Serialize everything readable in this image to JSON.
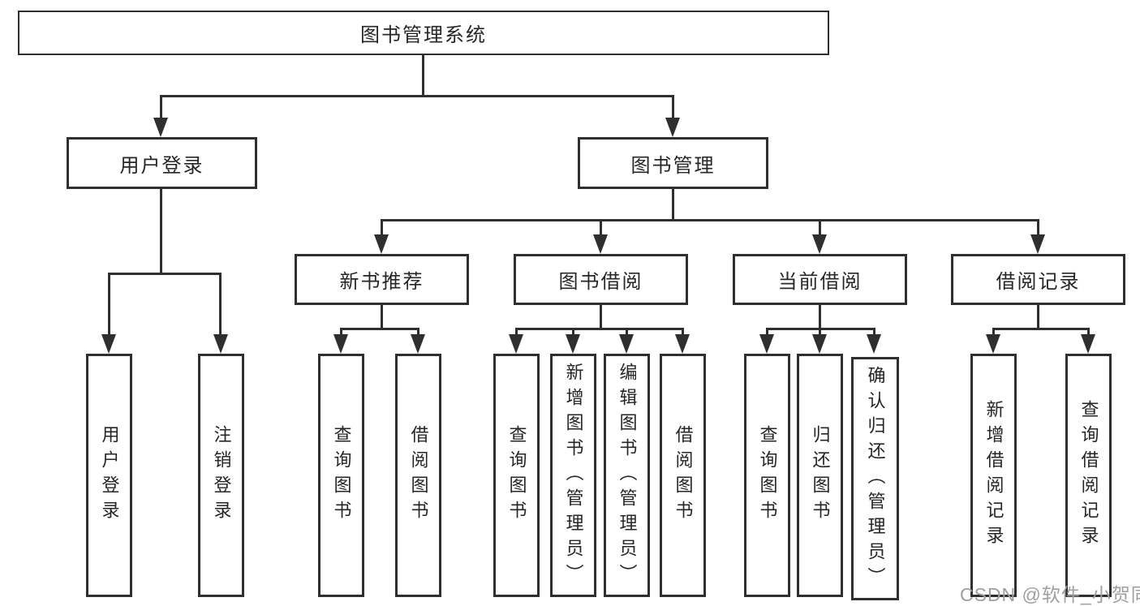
{
  "tree": {
    "root": {
      "label": "图书管理系统"
    },
    "level2": [
      {
        "label": "用户登录"
      },
      {
        "label": "图书管理"
      }
    ],
    "level3": [
      {
        "label": "新书推荐"
      },
      {
        "label": "图书借阅"
      },
      {
        "label": "当前借阅"
      },
      {
        "label": "借阅记录"
      }
    ],
    "leaves": {
      "login": [
        {
          "label": "用户登录"
        },
        {
          "label": "注销登录"
        }
      ],
      "newbook": [
        {
          "label": "查询图书"
        },
        {
          "label": "借阅图书"
        }
      ],
      "borrow": [
        {
          "label": "查询图书"
        },
        {
          "label": "新增图书（管理员）"
        },
        {
          "label": "编辑图书（管理员）"
        },
        {
          "label": "借阅图书"
        }
      ],
      "current": [
        {
          "label": "查询图书"
        },
        {
          "label": "归还图书"
        },
        {
          "label": "确认归还（管理员）"
        }
      ],
      "records": [
        {
          "label": "新增借阅记录"
        },
        {
          "label": "查询借阅记录"
        }
      ]
    }
  },
  "watermark": {
    "text": "CSDN @软件_小贺同学"
  },
  "colors": {
    "line": "#2f2f2f",
    "text": "#262626",
    "watermark": "#9f9f9f",
    "background": "#ffffff"
  }
}
